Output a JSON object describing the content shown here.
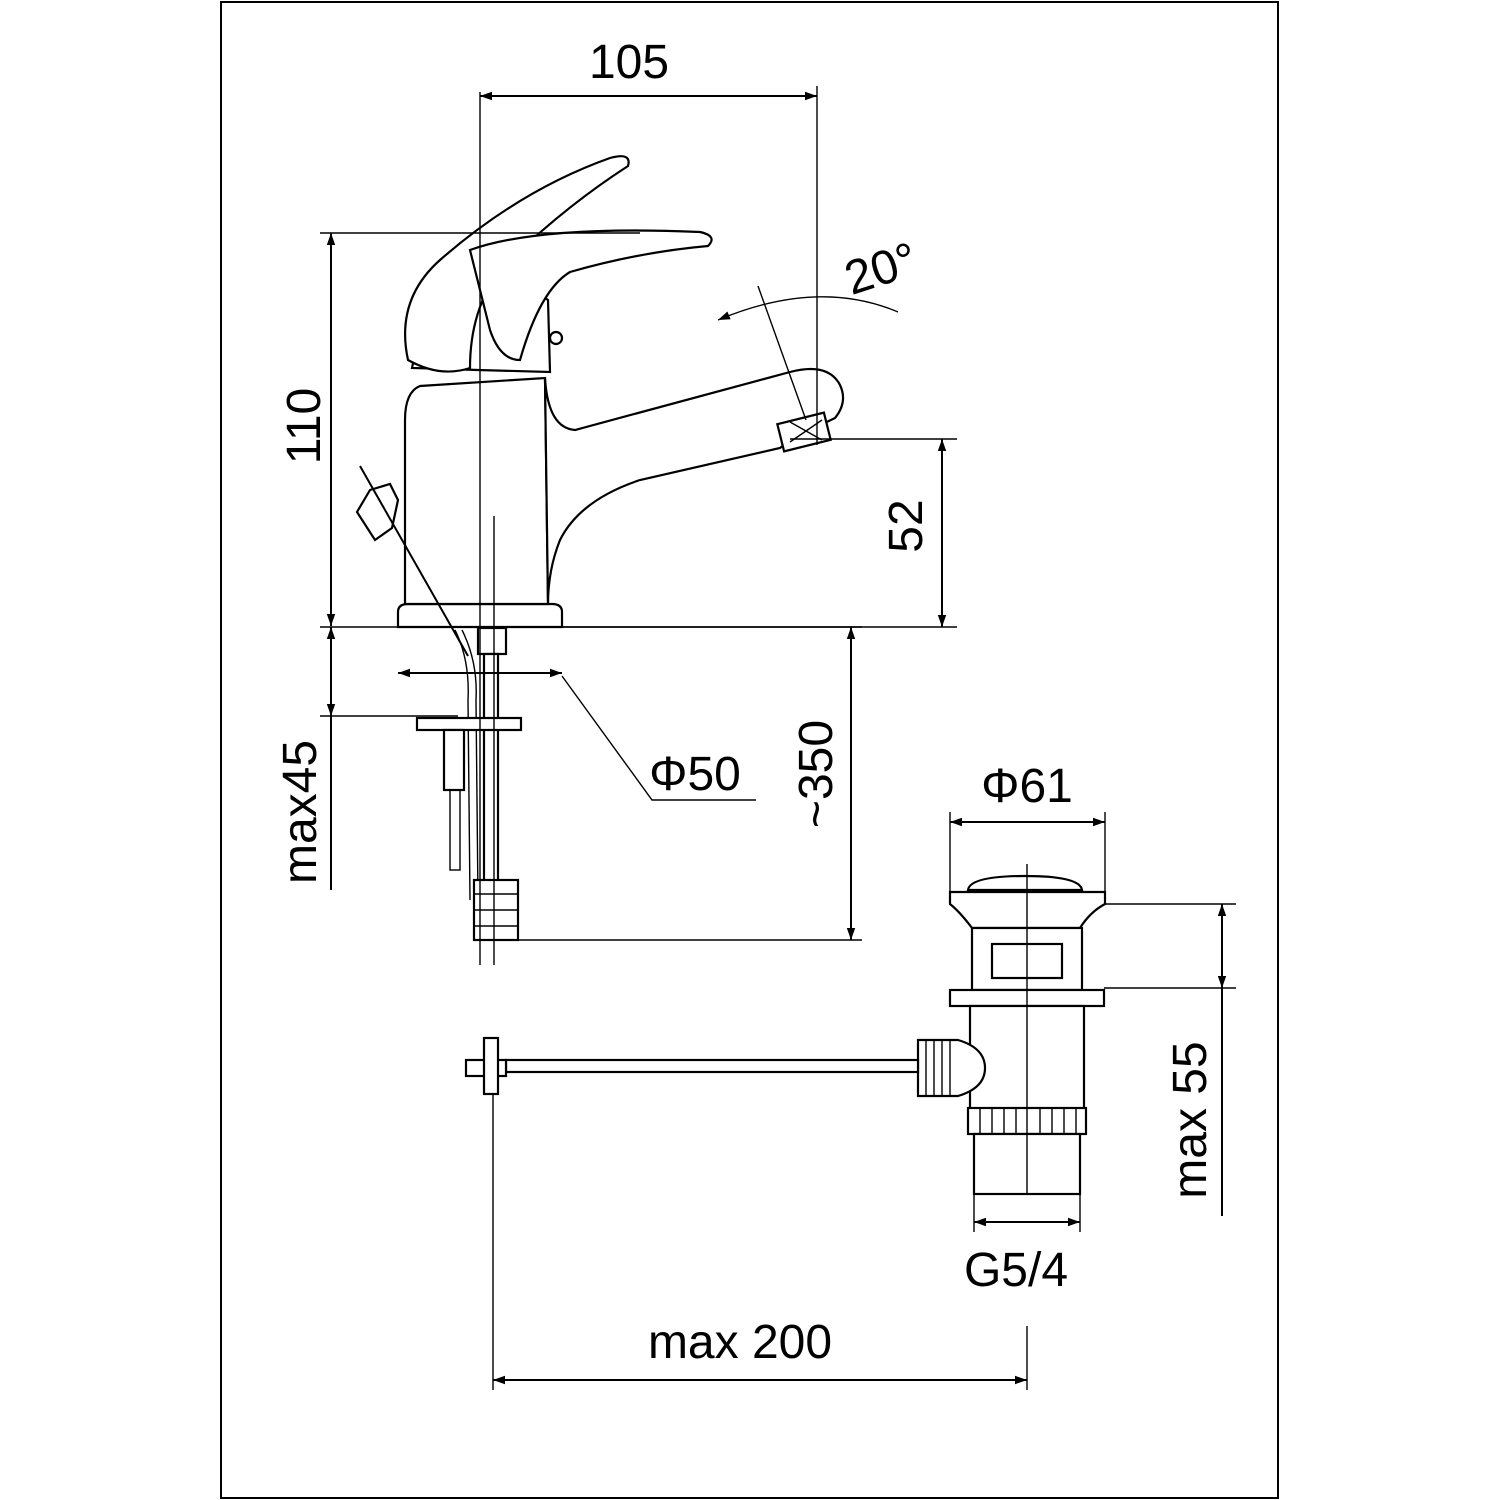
{
  "dimensions": {
    "spout_reach": "105",
    "total_height": "110",
    "spout_angle": "20°",
    "spout_height": "52",
    "deck_max": "max45",
    "base_diameter": "Φ50",
    "hose_length": "~350",
    "waste_diameter": "Φ61",
    "waste_height": "max 55",
    "waste_thread": "G5/4",
    "rod_length": "max 200"
  }
}
